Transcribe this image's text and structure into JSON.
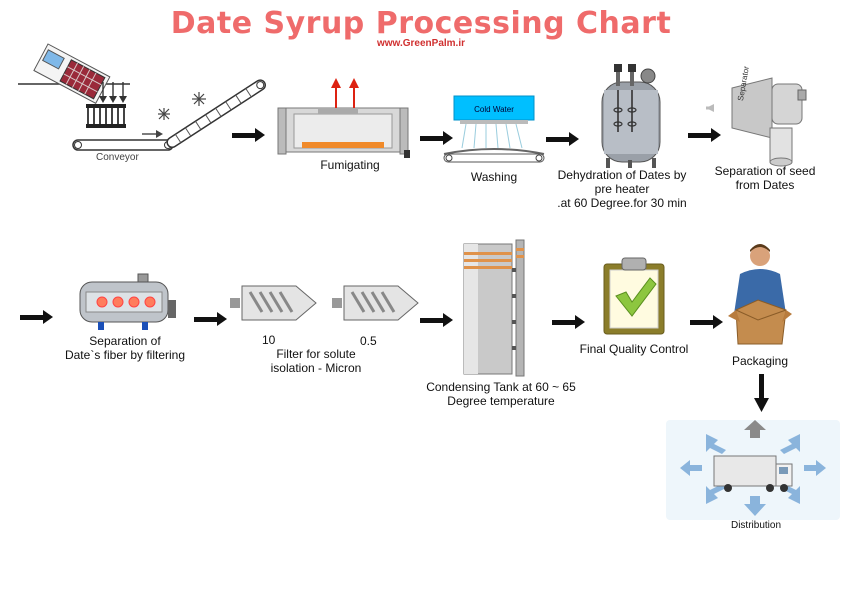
{
  "title": "Date Syrup Processing Chart",
  "website": "www.GreenPalm.ir",
  "steps": {
    "conveyor": "Conveyor",
    "fumigating": "Fumigating",
    "washing": "Washing",
    "cold_water": "Cold Water",
    "dehydration": [
      "Dehydration of Dates by",
      "pre heater",
      ".at 60 Degree.for 30 min"
    ],
    "separator_tag": "Separator",
    "separation_seed": [
      "Separation of seed",
      "from Dates"
    ],
    "separation_fiber": [
      "Separation of",
      "Date`s fiber by filtering"
    ],
    "filter_10": "10",
    "filter_05": "0.5",
    "filter_label": [
      "Filter for solute",
      "isolation - Micron"
    ],
    "condensing": [
      "Condensing Tank at 60 ~ 65",
      "Degree temperature"
    ],
    "quality": "Final Quality Control",
    "packaging": "Packaging",
    "distribution": "Distribution"
  }
}
